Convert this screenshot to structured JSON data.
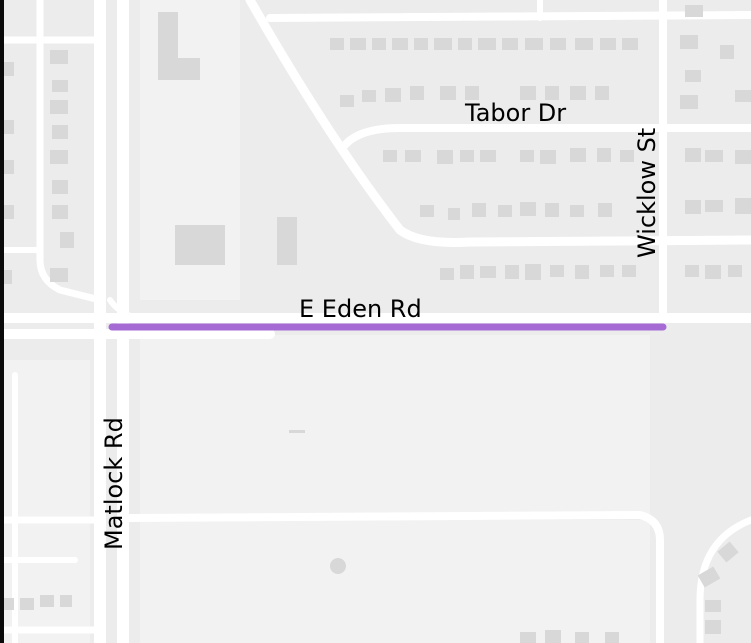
{
  "map": {
    "colors": {
      "background": "#ececec",
      "parcel": "#f3f3f3",
      "road": "#ffffff",
      "building": "#d8d8d8",
      "edge": "#0a0a0a",
      "highlight": "#a56ad4"
    },
    "labels": {
      "tabor_dr": "Tabor Dr",
      "wicklow_st": "Wicklow St",
      "e_eden_rd": "E Eden Rd",
      "matlock_rd": "Matlock Rd"
    },
    "highlighted_road": "E Eden Rd"
  }
}
